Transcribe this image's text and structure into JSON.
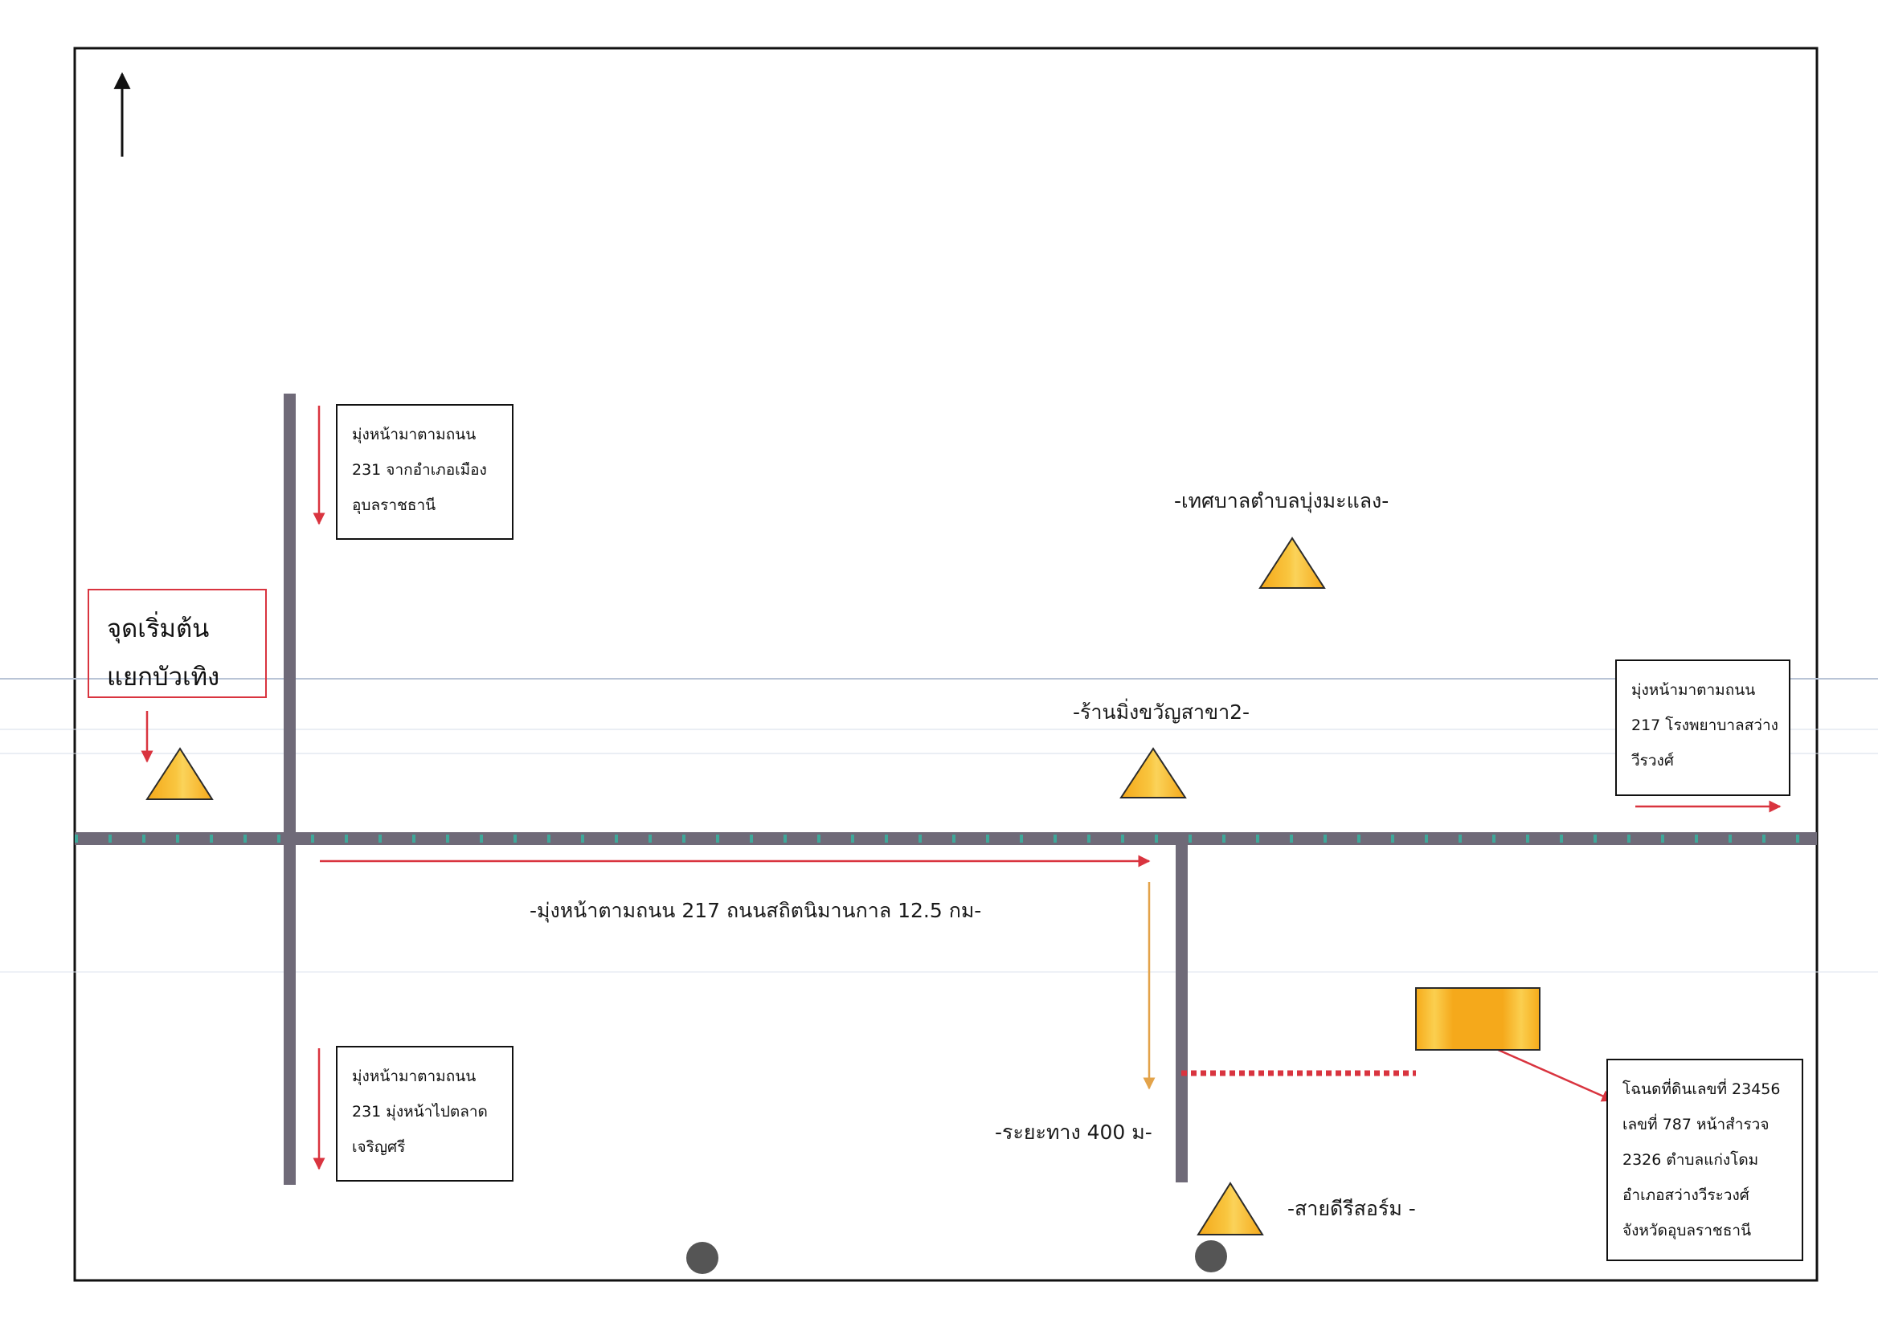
{
  "colors": {
    "road": "#6f6a78",
    "road_stripe": "#3fa89a",
    "arrow_red": "#d9343f",
    "arrow_orange": "#e3a34a",
    "landmark_fill": "#f7b21c",
    "landmark_stroke": "#2b2b2b",
    "parcel_fill": "#f7b21c",
    "border": "#111111"
  },
  "icons": {
    "north": "north-arrow-icon",
    "landmark": "triangle-icon",
    "parcel": "rectangle-icon"
  },
  "start_point": {
    "line1": "จุดเริ่มต้น",
    "line2": "แยกบัวเทิง"
  },
  "direction_boxes": {
    "from_city": [
      "มุ่งหน้ามาตามถนน",
      "231 จากอำเภอเมือง",
      "อุบลราชธานี"
    ],
    "to_market": [
      "มุ่งหน้ามาตามถนน",
      "231 มุ่งหน้าไปตลาด",
      "เจริญศรี"
    ],
    "to_hospital": [
      "มุ่งหน้ามาตามถนน",
      "217 โรงพยาบาลสว่าง",
      "วีรวงศ์"
    ]
  },
  "landmarks": {
    "municipality": "-เทศบาลตำบลบุ่งมะแลง-",
    "shop": "-ร้านมิ่งขวัญสาขา2-",
    "dealer": "-สายดีรีสอร์ม -"
  },
  "route_labels": {
    "main_road": "-มุ่งหน้าตามถนน 217 ถนนสถิตนิมานกาล  12.5 กม-",
    "distance": "-ระยะทาง 400 ม-"
  },
  "deed": [
    "โฉนดที่ดินเลขที่ 23456",
    "เลขที่ 787 หน้าสำรวจ",
    "2326 ตำบลแก่งโดม",
    "อำเภอสว่างวีระวงศ์",
    "จังหวัดอุบลราชธานี"
  ]
}
